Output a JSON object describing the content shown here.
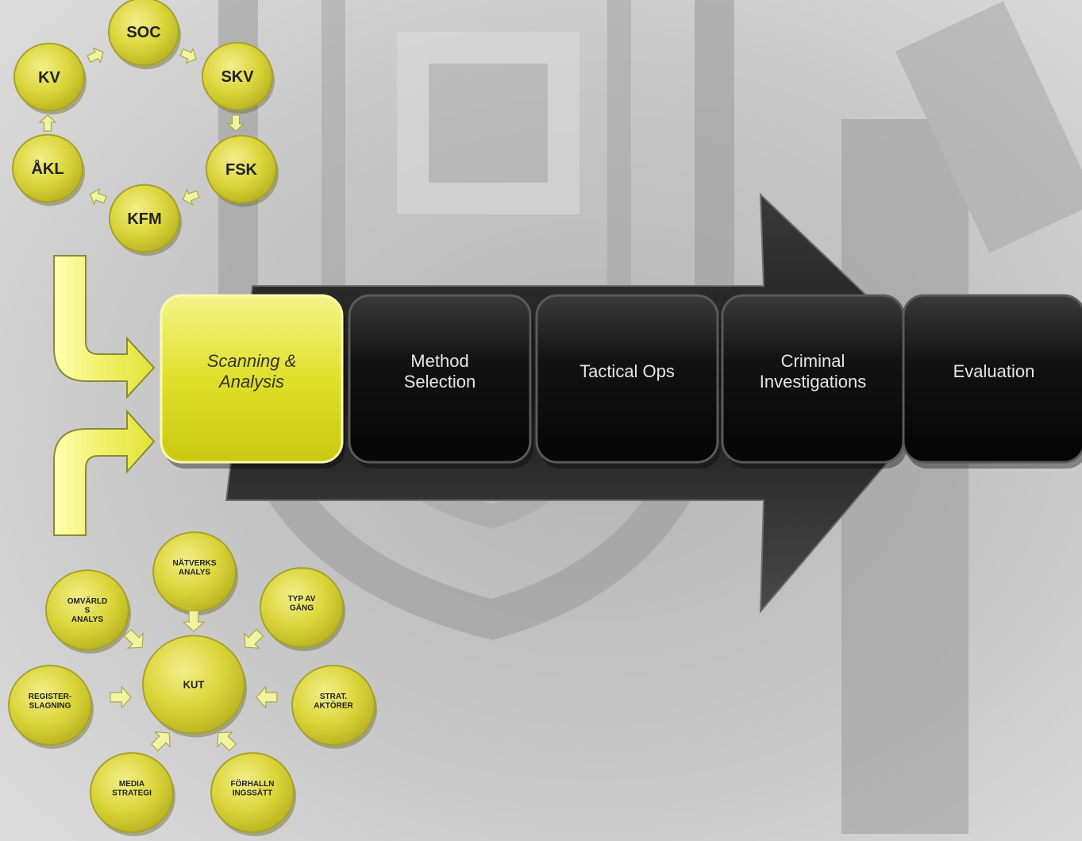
{
  "colors": {
    "accent_yellow": "#e2e23a",
    "circle_yellow": "#dcd53c",
    "step_dark": "#141414",
    "arrow_dark": "#1e1e1e",
    "background_gray": "#c9c9c9"
  },
  "top_cycle": {
    "nodes": [
      {
        "label": "SOC"
      },
      {
        "label": "SKV"
      },
      {
        "label": "FSK"
      },
      {
        "label": "KFM"
      },
      {
        "label": "ÅKL"
      },
      {
        "label": "KV"
      }
    ]
  },
  "process": {
    "steps": [
      {
        "line1": "Scanning &",
        "line2": "Analysis",
        "active": true
      },
      {
        "line1": "Method",
        "line2": "Selection",
        "active": false
      },
      {
        "line1": "Tactical Ops",
        "line2": "",
        "active": false
      },
      {
        "line1": "Criminal",
        "line2": "Investigations",
        "active": false
      },
      {
        "line1": "Evaluation",
        "line2": "",
        "active": false
      }
    ]
  },
  "bottom_cluster": {
    "center": {
      "label": "KUT"
    },
    "nodes": [
      {
        "line1": "NÄTVERKS",
        "line2": "ANALYS",
        "line3": ""
      },
      {
        "line1": "TYP AV",
        "line2": "GÄNG",
        "line3": ""
      },
      {
        "line1": "STRAT.",
        "line2": "AKTÖRER",
        "line3": ""
      },
      {
        "line1": "FÖRHALLN",
        "line2": "INGSSÄTT",
        "line3": ""
      },
      {
        "line1": "MEDIA",
        "line2": "STRATEGI",
        "line3": ""
      },
      {
        "line1": "REGISTER-",
        "line2": "SLAGNING",
        "line3": ""
      },
      {
        "line1": "OMVÄRLD",
        "line2": "S",
        "line3": "ANALYS"
      }
    ]
  }
}
